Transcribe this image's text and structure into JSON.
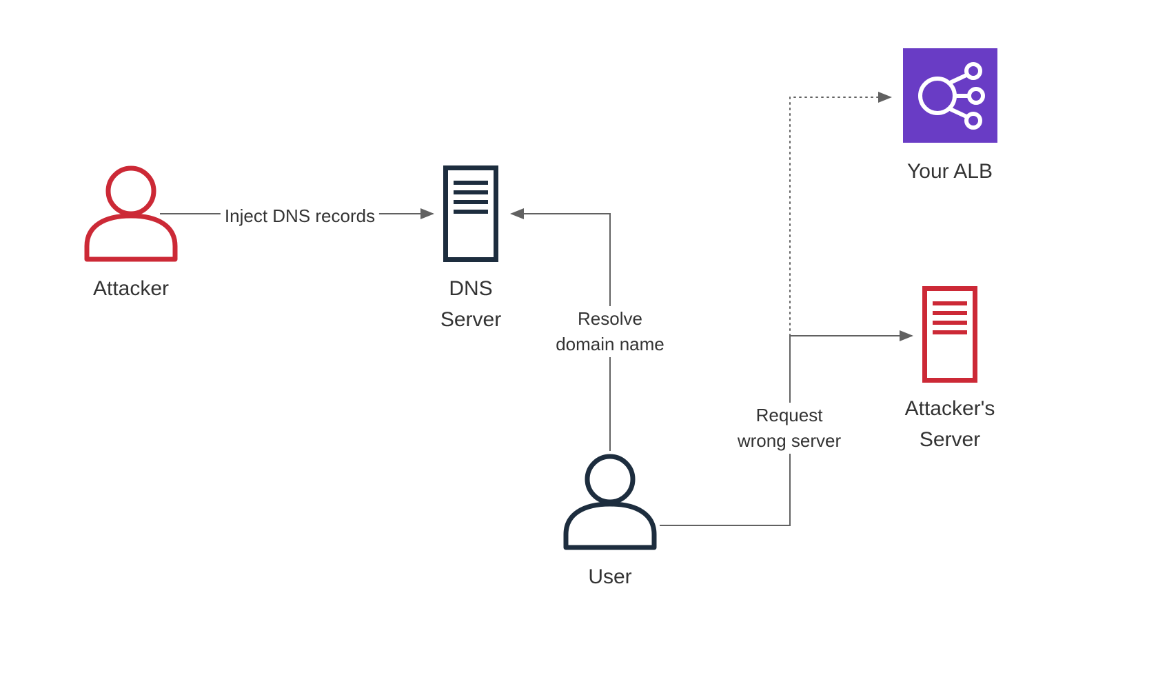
{
  "colors": {
    "red": "#cc2936",
    "navy": "#1d2d3e",
    "purple": "#693cc5",
    "line": "#616161",
    "text": "#333333"
  },
  "nodes": {
    "attacker": {
      "label": "Attacker",
      "icon": "person-icon",
      "color": "red"
    },
    "dns_server": {
      "label": "DNS\nServer",
      "icon": "server-icon",
      "color": "navy"
    },
    "your_alb": {
      "label": "Your ALB",
      "icon": "load-balancer-icon",
      "color": "purple"
    },
    "attackers_server": {
      "label": "Attacker's\nServer",
      "icon": "server-icon",
      "color": "red"
    },
    "user": {
      "label": "User",
      "icon": "person-icon",
      "color": "navy"
    }
  },
  "edges": {
    "inject_dns": {
      "label": "Inject DNS records",
      "style": "solid",
      "from": "attacker",
      "to": "dns_server"
    },
    "resolve_domain": {
      "label": "Resolve\ndomain name",
      "style": "solid",
      "from": "user",
      "to": "dns_server"
    },
    "request_wrong": {
      "label": "Request\nwrong server",
      "style": "solid",
      "from": "user",
      "to": "attackers_server"
    },
    "intended_path": {
      "label": "",
      "style": "dotted",
      "from": "user",
      "to": "your_alb"
    }
  }
}
